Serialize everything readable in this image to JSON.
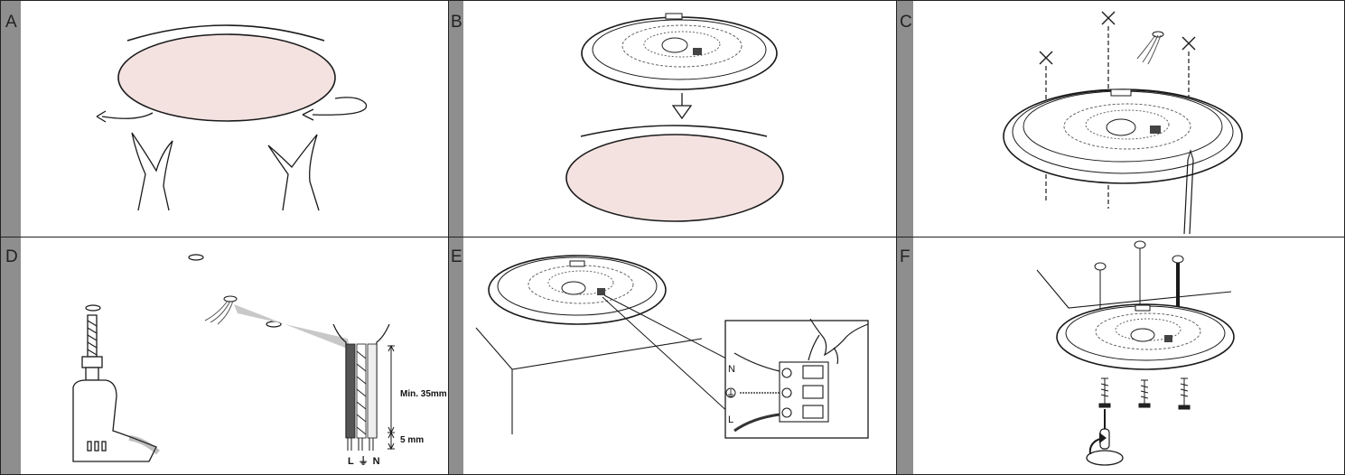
{
  "panels": [
    {
      "id": "A",
      "letter": "A"
    },
    {
      "id": "B",
      "letter": "B"
    },
    {
      "id": "C",
      "letter": "C"
    },
    {
      "id": "D",
      "letter": "D"
    },
    {
      "id": "E",
      "letter": "E"
    },
    {
      "id": "F",
      "letter": "F"
    }
  ],
  "panel_d": {
    "min_length": "Min. 35mm",
    "strip_length": "5 mm",
    "terminal_labels": "L ⏚ N"
  },
  "panel_e": {
    "terminal_n": "N",
    "terminal_l": "L"
  },
  "colors": {
    "strip": "#8e8e8e",
    "line": "#1a1a1a",
    "diffuser": "#f3e2e0"
  }
}
